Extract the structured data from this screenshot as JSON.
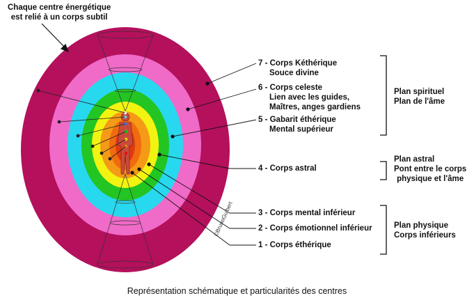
{
  "corner_note": {
    "line1": "Chaque centre énergétique",
    "line2": "est relié à un corps subtil"
  },
  "bodies": [
    {
      "label": "7 - Corps Kéthérique",
      "sublines": [
        "Souce divine"
      ]
    },
    {
      "label": "6 - Corps celeste",
      "sublines": [
        "Lien avec les guides,",
        "Maîtres, anges gardiens"
      ]
    },
    {
      "label": "5 - Gabarit éthérique",
      "sublines": [
        "Mental supérieur"
      ]
    },
    {
      "label": "4 - Corps astral",
      "sublines": []
    },
    {
      "label": "3 - Corps mental inférieur",
      "sublines": []
    },
    {
      "label": "2 - Corps émotionnel inférieur",
      "sublines": []
    },
    {
      "label": "1 - Corps éthérique",
      "sublines": []
    }
  ],
  "planes": [
    {
      "line1": "Plan spirituel",
      "line2": "Plan de l'âme",
      "line3": ""
    },
    {
      "line1": "Plan astral",
      "line2": "Pont entre le corps",
      "line3": "physique et l'âme"
    },
    {
      "line1": "Plan physique",
      "line2": "Corps inférieurs",
      "line3": ""
    }
  ],
  "watermark": "©BrunoGuibert",
  "caption": "Représentation schématique et particularités des centres",
  "colors": {
    "layer7": "#b8095f",
    "layer6": "#ef5fc4",
    "layer5": "#1fd6ef",
    "layer4": "#19c719",
    "layer3": "#f5f50f",
    "layer2": "#f58c14",
    "layer1": "#e52c14"
  }
}
